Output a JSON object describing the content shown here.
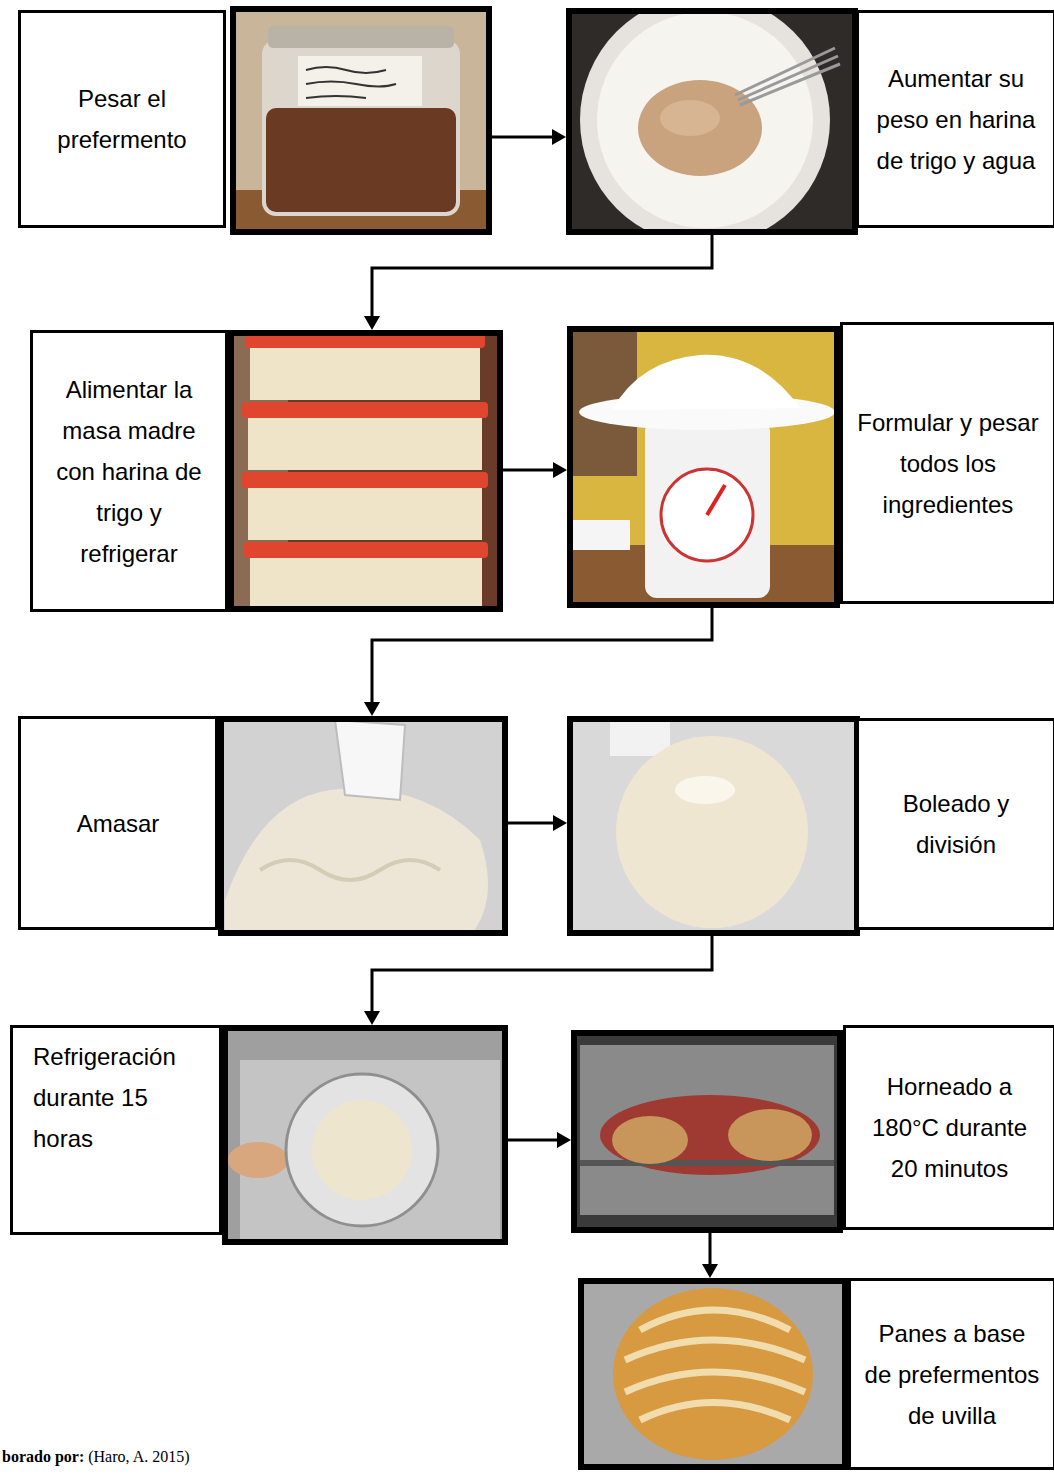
{
  "diagram": {
    "nodes": [
      {
        "text": [
          "Pesar el prefermento"
        ]
      },
      {
        "text": [
          "Aumentar su peso en harina de trigo y agua"
        ]
      },
      {
        "text": [
          "Alimentar la masa madre con harina de trigo y refrigerar"
        ]
      },
      {
        "text": [
          "Formular y pesar todos los ingredientes"
        ]
      },
      {
        "text": [
          "Amasar"
        ]
      },
      {
        "text": [
          "Boleado y división"
        ]
      },
      {
        "text": [
          "Refrigeración durante 15 horas"
        ]
      },
      {
        "text": [
          "Horneado a 180°C durante 20 minutos"
        ]
      },
      {
        "text": [
          "Panes a base de prefermentos de uvilla"
        ]
      }
    ],
    "edges": [
      {
        "from": 0,
        "to": 1,
        "arrow": "to"
      },
      {
        "from": 1,
        "to": 2,
        "arrow": "to"
      },
      {
        "from": 2,
        "to": 3,
        "arrow": "to"
      },
      {
        "from": 3,
        "to": 4,
        "arrow": "to"
      },
      {
        "from": 4,
        "to": 5,
        "arrow": "to"
      },
      {
        "from": 5,
        "to": 6,
        "arrow": "to"
      },
      {
        "from": 6,
        "to": 7,
        "arrow": "to"
      },
      {
        "from": 7,
        "to": 8,
        "arrow": "to"
      }
    ],
    "labels": [
      "borado por:",
      "(Haro, A. 2015)"
    ]
  }
}
